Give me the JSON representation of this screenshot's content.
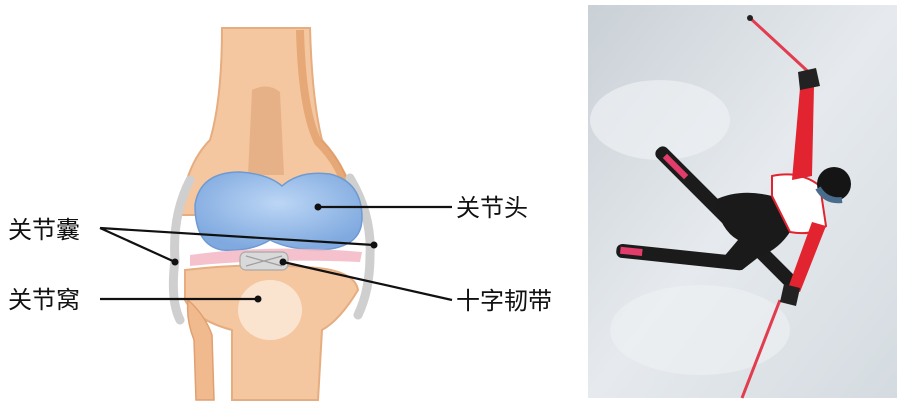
{
  "knee_diagram": {
    "labels": {
      "joint_capsule": "关节囊",
      "joint_socket": "关节窝",
      "joint_head": "关节头",
      "cruciate_ligament": "十字韧带"
    },
    "colors": {
      "bone": "#f4c7a0",
      "bone_shade": "#e3a676",
      "cartilage": "#8fb9ea",
      "capsule": "#cfcfcf",
      "leader_line": "#111111"
    }
  },
  "skier_photo": {
    "colors": {
      "snow_sky": "#dfe4e8",
      "jacket": "#e1242f",
      "pants": "#1a1a1a",
      "ski": "#1b1b1b",
      "pole": "#e23c4f"
    }
  }
}
